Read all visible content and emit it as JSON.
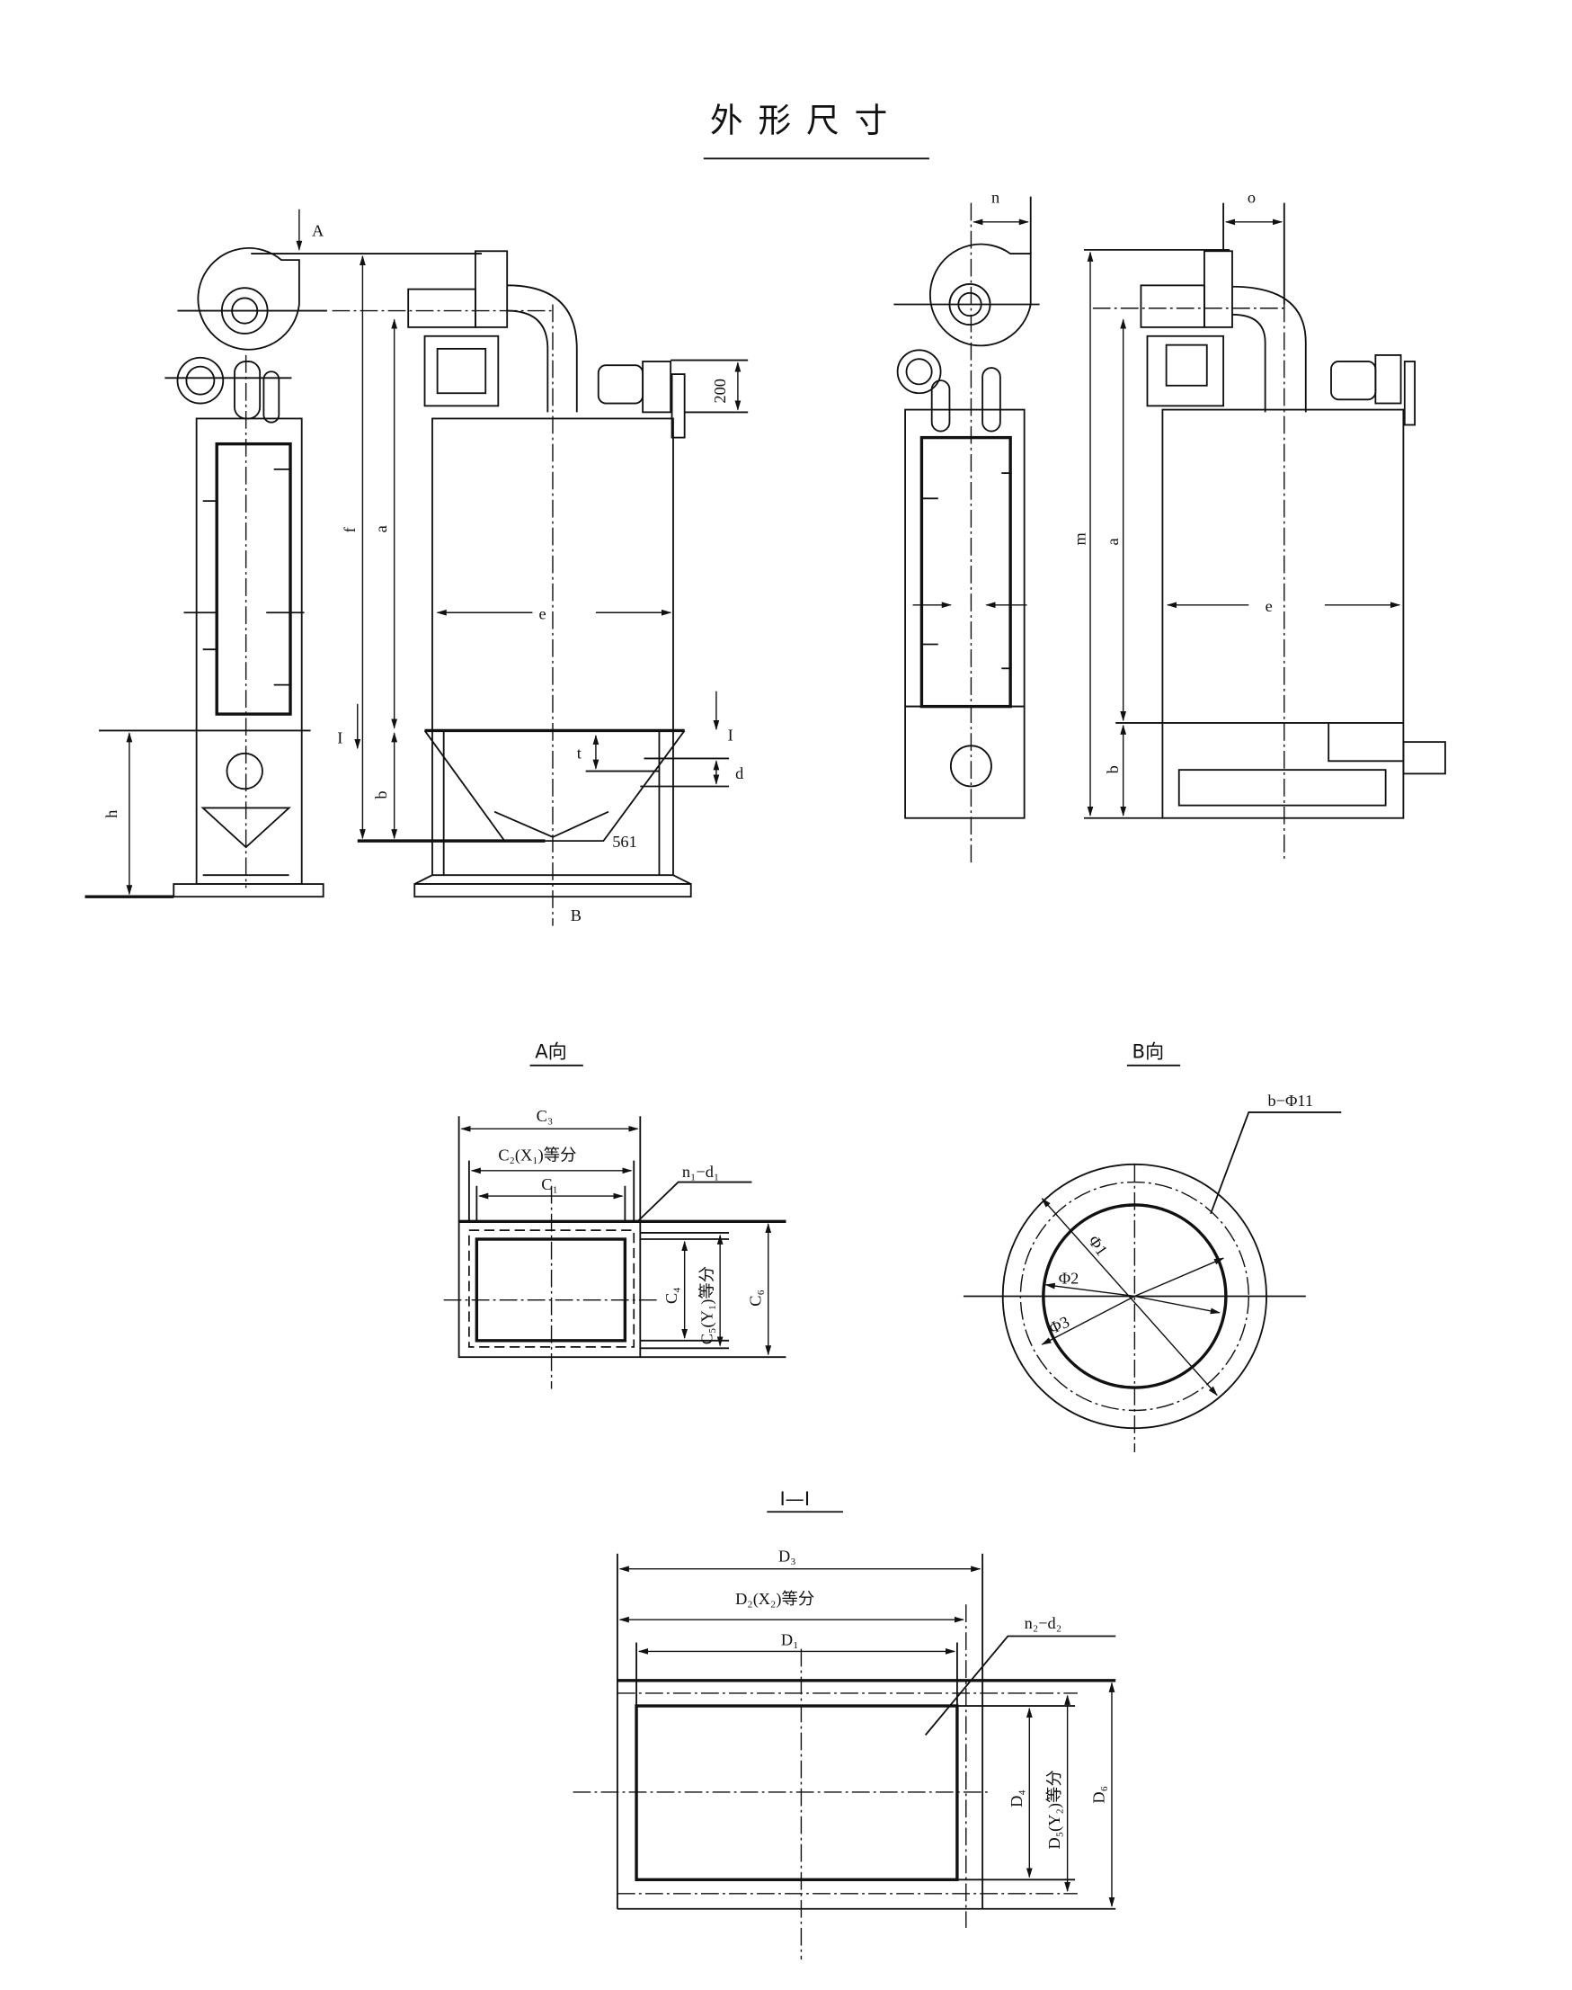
{
  "title": "外形尺寸",
  "front_views": {
    "labels": {
      "A": "A",
      "B": "B",
      "f": "f",
      "a": "a",
      "b": "b",
      "e": "e",
      "h": "h",
      "t": "t",
      "d": "d",
      "I": "I",
      "dim200": "200",
      "dim561": "561",
      "m": "m",
      "n": "n",
      "o": "o"
    }
  },
  "view_a": {
    "title": "A向",
    "C3": "C₃",
    "C2": "C₂(X₁)等分",
    "C1": "C₁",
    "C4": "C₄",
    "C5": "C₅(Y₁)等分",
    "C6": "C₆",
    "n1d1": "n₁−d₁"
  },
  "view_b": {
    "title": "B向",
    "holes": "b−Φ11",
    "phi1": "Φ1",
    "phi2": "Φ2",
    "phi3": "Φ3"
  },
  "section": {
    "title": "I—I",
    "D3": "D₃",
    "D2": "D₂(X₂)等分",
    "D1": "D₁",
    "D4": "D₄",
    "D5": "D₅(Y₂)等分",
    "D6": "D₆",
    "n2d2": "n₂−d₂"
  }
}
